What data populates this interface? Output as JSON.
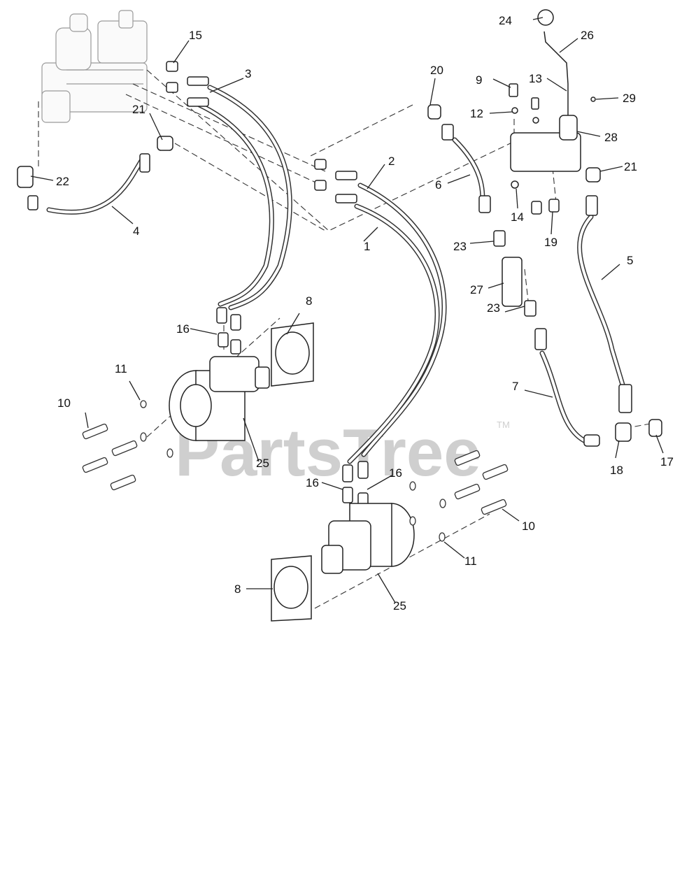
{
  "watermark": {
    "text": "PartsTree",
    "tm": "TM"
  },
  "callouts": {
    "c1": "1",
    "c2": "2",
    "c3": "3",
    "c4": "4",
    "c5": "5",
    "c6": "6",
    "c7": "7",
    "c8a": "8",
    "c8b": "8",
    "c9": "9",
    "c10a": "10",
    "c10b": "10",
    "c11a": "11",
    "c11b": "11",
    "c12": "12",
    "c13": "13",
    "c14": "14",
    "c15": "15",
    "c16a": "16",
    "c16b": "16",
    "c16c": "16",
    "c17": "17",
    "c18": "18",
    "c19": "19",
    "c20": "20",
    "c21a": "21",
    "c21b": "21",
    "c22": "22",
    "c23a": "23",
    "c23b": "23",
    "c24": "24",
    "c25a": "25",
    "c25b": "25",
    "c26": "26",
    "c27": "27",
    "c28": "28",
    "c29": "29"
  }
}
